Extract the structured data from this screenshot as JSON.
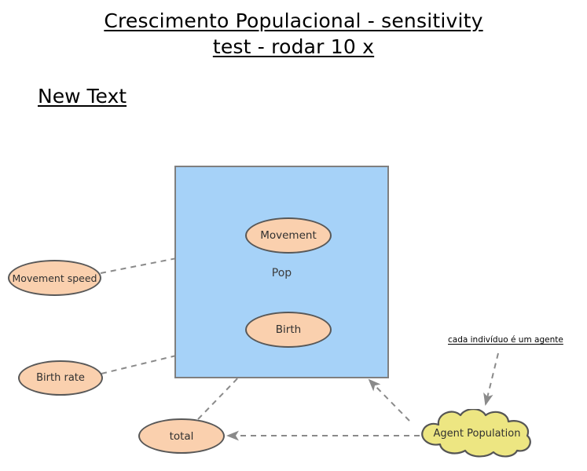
{
  "page": {
    "title_line_1": "Crescimento Populacional - sensitivity",
    "title_line_2": "test - rodar 10 x",
    "subtitle": "New Text"
  },
  "diagram": {
    "container": {
      "label": "Pop",
      "fill_color": "#A6D2F8",
      "border_color": "#7f7f7f"
    },
    "nodes": [
      {
        "id": "movement",
        "label": "Movement",
        "shape": "ellipse",
        "fill_color": "#FAD0AE"
      },
      {
        "id": "birth",
        "label": "Birth",
        "shape": "ellipse",
        "fill_color": "#FAD0AE"
      },
      {
        "id": "movement_speed",
        "label": "Movement speed",
        "shape": "ellipse",
        "fill_color": "#FAD0AE"
      },
      {
        "id": "birth_rate",
        "label": "Birth rate",
        "shape": "ellipse",
        "fill_color": "#FAD0AE"
      },
      {
        "id": "total",
        "label": "total",
        "shape": "ellipse",
        "fill_color": "#FAD0AE"
      },
      {
        "id": "agent_population",
        "label": "Agent Population",
        "shape": "cloud",
        "fill_color": "#EDE682"
      }
    ],
    "annotations": [
      {
        "id": "individuo",
        "text": "cada indivíduo é um agente"
      }
    ],
    "edges": [
      {
        "id": "movement-speed-to-movement",
        "from": "movement_speed",
        "to": "movement",
        "style": "dashed",
        "color": "#8a8a8a"
      },
      {
        "id": "birth-rate-to-birth",
        "from": "birth_rate",
        "to": "birth",
        "style": "dashed",
        "color": "#8a8a8a"
      },
      {
        "id": "total-to-birth",
        "from": "total",
        "to": "birth",
        "style": "dashed",
        "color": "#8a8a8a"
      },
      {
        "id": "agent-population-to-total",
        "from": "agent_population",
        "to": "total",
        "style": "dashed",
        "color": "#8a8a8a"
      },
      {
        "id": "agent-population-to-pop",
        "from": "agent_population",
        "to": "container",
        "style": "dashed",
        "color": "#8a8a8a"
      },
      {
        "id": "annotation-to-agent-population",
        "from": "individuo",
        "to": "agent_population",
        "style": "dashed",
        "color": "#8a8a8a"
      }
    ]
  }
}
